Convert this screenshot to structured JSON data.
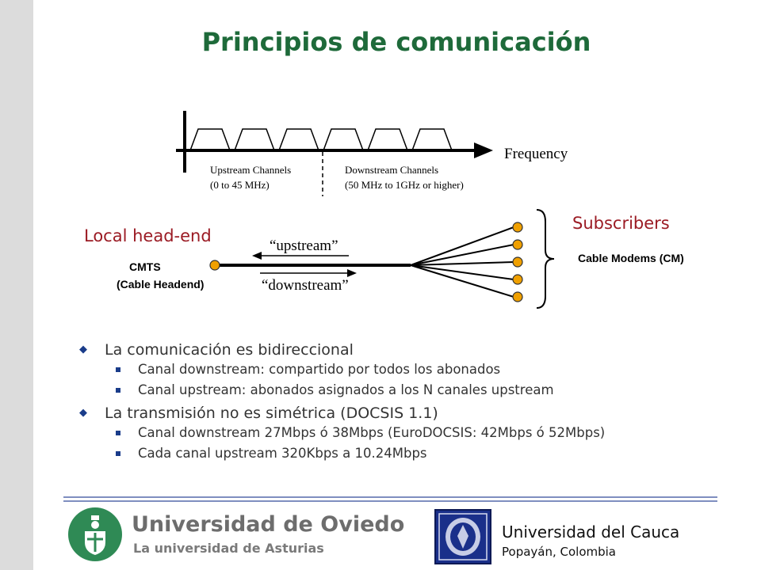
{
  "title": "Principios de comunicación",
  "spectrum": {
    "axis_label": "Frequency",
    "upstream_label": "Upstream Channels",
    "upstream_range": "(0 to 45 MHz)",
    "downstream_label": "Downstream Channels",
    "downstream_range": "(50 MHz to 1GHz or higher)"
  },
  "topology": {
    "headend_label": "Local head-end",
    "subscribers_label": "Subscribers",
    "cmts_line1": "CMTS",
    "cmts_line2": "(Cable Headend)",
    "upstream_label": "“upstream”",
    "downstream_label": "“downstream”",
    "modems_label": "Cable Modems (CM)"
  },
  "bullets": [
    {
      "text": "La comunicación es bidireccional",
      "sub": [
        "Canal downstream: compartido por todos los abonados",
        "Canal upstream: abonados asignados a los N canales upstream"
      ]
    },
    {
      "text": "La transmisión no es simétrica (DOCSIS 1.1)",
      "sub": [
        "Canal downstream 27Mbps ó 38Mbps (EuroDOCSIS: 42Mbps ó 52Mbps)",
        "Cada canal upstream 320Kbps a 10.24Mbps"
      ]
    }
  ],
  "footer": {
    "oviedo_name": "Universidad de Oviedo",
    "oviedo_sub": "La universidad de Asturias",
    "cauca_name": "Universidad del Cauca",
    "cauca_sub": "Popayán, Colombia"
  },
  "colors": {
    "title": "#1e6a3a",
    "accent_red": "#9b1b24",
    "bullet_blue": "#1a3c8a",
    "node_orange": "#f0a000"
  }
}
